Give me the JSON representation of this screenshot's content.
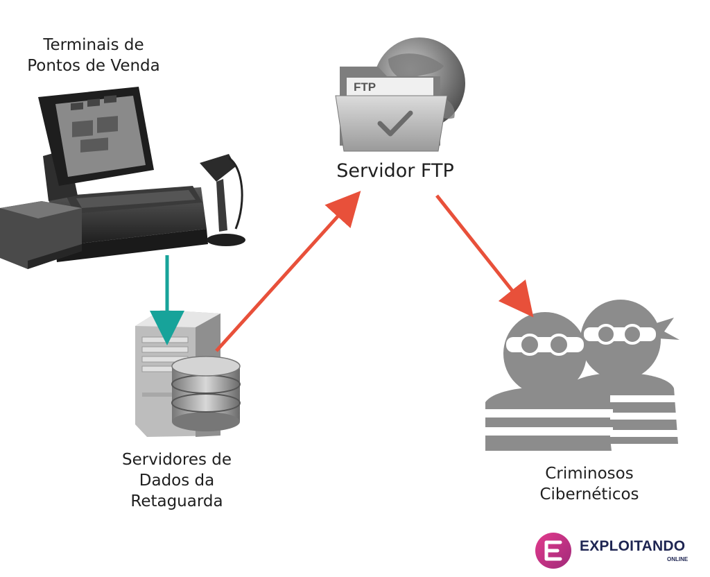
{
  "nodes": {
    "pos": {
      "line1": "Terminais de",
      "line2": "Pontos de Venda"
    },
    "ftp": {
      "label": "Servidor FTP",
      "folder_tag": "FTP"
    },
    "servers": {
      "line1": "Servidores de",
      "line2": "Dados da",
      "line3": "Retaguarda"
    },
    "criminals": {
      "line1": "Criminosos",
      "line2": "Cibernéticos"
    }
  },
  "arrows": [
    {
      "from": "pos",
      "to": "servers",
      "color": "#17a39a"
    },
    {
      "from": "servers",
      "to": "ftp",
      "color": "#e8503a"
    },
    {
      "from": "ftp",
      "to": "criminals",
      "color": "#e8503a"
    }
  ],
  "logo": {
    "brand": "EXPLOITANDO",
    "sub": "ONLINE"
  }
}
